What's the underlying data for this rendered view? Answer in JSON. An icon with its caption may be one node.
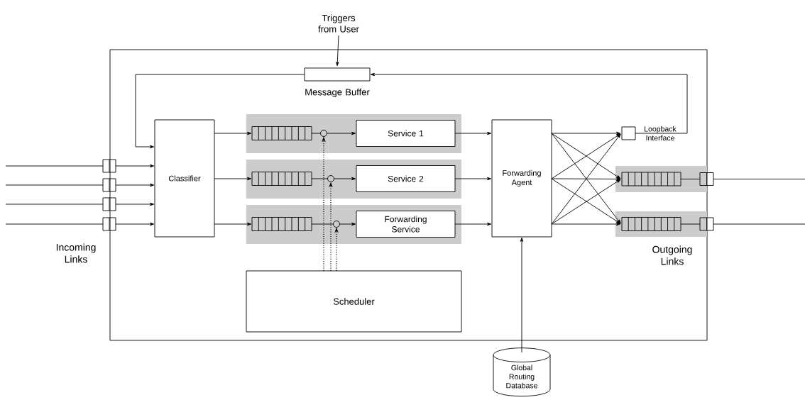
{
  "diagram": {
    "nodes": [
      {
        "text": [],
        "shape": "box"
      },
      {
        "text": [
          "Triggers from User"
        ]
      },
      {
        "text": [],
        "shape": "box",
        "beside": [
          "Message Buffer"
        ],
        "in": 0
      },
      {
        "text": [
          "Classifier"
        ],
        "in": 0
      },
      {
        "text": [],
        "shape": "band",
        "in": 0
      },
      {
        "text": [],
        "shape": "queue",
        "in": 4
      },
      {
        "text": [],
        "shape": "circle",
        "in": 4
      },
      {
        "text": [
          "Service 1"
        ],
        "in": 4
      },
      {
        "text": [],
        "shape": "band",
        "in": 0
      },
      {
        "text": [],
        "shape": "queue",
        "in": 8
      },
      {
        "text": [],
        "shape": "circle",
        "in": 8
      },
      {
        "text": [
          "Service 2"
        ],
        "in": 8
      },
      {
        "text": [],
        "shape": "band",
        "in": 0
      },
      {
        "text": [],
        "shape": "queue",
        "in": 12
      },
      {
        "text": [],
        "shape": "circle",
        "in": 12
      },
      {
        "text": [
          "Forwarding Service"
        ],
        "in": 12
      },
      {
        "text": [
          "Scheduler"
        ],
        "in": 0
      },
      {
        "text": [
          "Forwarding Agent"
        ],
        "in": 0
      },
      {
        "text": [],
        "shape": "box",
        "beside": [
          "Loopback Interface"
        ],
        "in": 0
      },
      {
        "text": [],
        "shape": "band",
        "in": 0
      },
      {
        "text": [],
        "shape": "queue",
        "in": 19
      },
      {
        "text": [],
        "shape": "port"
      },
      {
        "text": [],
        "shape": "band",
        "in": 0
      },
      {
        "text": [],
        "shape": "queue",
        "in": 22
      },
      {
        "text": [],
        "shape": "port"
      },
      {
        "text": [],
        "shape": "port"
      },
      {
        "text": [],
        "shape": "port"
      },
      {
        "text": [],
        "shape": "port"
      },
      {
        "text": [],
        "shape": "port"
      },
      {
        "text": [
          "Global Routing Database"
        ]
      }
    ],
    "edges": [
      {
        "from": 1,
        "to": 2,
        "arrow": "to"
      },
      {
        "from": 2,
        "to": 3,
        "arrow": "to"
      },
      {
        "from": 18,
        "to": 2,
        "arrow": "to"
      },
      {
        "from": null,
        "to": 25,
        "arrow": "none"
      },
      {
        "from": null,
        "to": 26,
        "arrow": "none"
      },
      {
        "from": null,
        "to": 27,
        "arrow": "none"
      },
      {
        "from": null,
        "to": 28,
        "arrow": "none"
      },
      {
        "from": 25,
        "to": 3,
        "arrow": "to"
      },
      {
        "from": 26,
        "to": 3,
        "arrow": "to"
      },
      {
        "from": 27,
        "to": 3,
        "arrow": "to"
      },
      {
        "from": 28,
        "to": 3,
        "arrow": "to"
      },
      {
        "from": 3,
        "to": 5,
        "arrow": "to"
      },
      {
        "from": 3,
        "to": 9,
        "arrow": "to"
      },
      {
        "from": 3,
        "to": 13,
        "arrow": "to"
      },
      {
        "from": 5,
        "to": 6,
        "arrow": "none"
      },
      {
        "from": 6,
        "to": 7,
        "arrow": "to"
      },
      {
        "from": 9,
        "to": 10,
        "arrow": "none"
      },
      {
        "from": 10,
        "to": 11,
        "arrow": "to"
      },
      {
        "from": 13,
        "to": 14,
        "arrow": "none"
      },
      {
        "from": 14,
        "to": 15,
        "arrow": "to"
      },
      {
        "from": 16,
        "to": 6,
        "arrow": "to",
        "style": "dashed"
      },
      {
        "from": 16,
        "to": 10,
        "arrow": "to",
        "style": "dashed"
      },
      {
        "from": 16,
        "to": 14,
        "arrow": "to",
        "style": "dashed"
      },
      {
        "from": 7,
        "to": 17,
        "arrow": "to"
      },
      {
        "from": 11,
        "to": 17,
        "arrow": "to"
      },
      {
        "from": 15,
        "to": 17,
        "arrow": "to"
      },
      {
        "from": 17,
        "to": 18,
        "arrow": "to"
      },
      {
        "from": 17,
        "to": 20,
        "arrow": "to"
      },
      {
        "from": 17,
        "to": 23,
        "arrow": "to"
      },
      {
        "from": 17,
        "to": 18,
        "arrow": "to"
      },
      {
        "from": 17,
        "to": 20,
        "arrow": "to"
      },
      {
        "from": 17,
        "to": 23,
        "arrow": "to"
      },
      {
        "from": 17,
        "to": 18,
        "arrow": "to"
      },
      {
        "from": 17,
        "to": 20,
        "arrow": "to"
      },
      {
        "from": 17,
        "to": 23,
        "arrow": "to"
      },
      {
        "from": 20,
        "to": 21,
        "arrow": "none"
      },
      {
        "from": 21,
        "to": null,
        "arrow": "none"
      },
      {
        "from": 23,
        "to": 24,
        "arrow": "none"
      },
      {
        "from": 24,
        "to": null,
        "arrow": "none"
      },
      {
        "from": 29,
        "to": 17,
        "arrow": "to"
      }
    ],
    "labels": [
      "Incoming Links",
      "Outgoing Links"
    ]
  }
}
